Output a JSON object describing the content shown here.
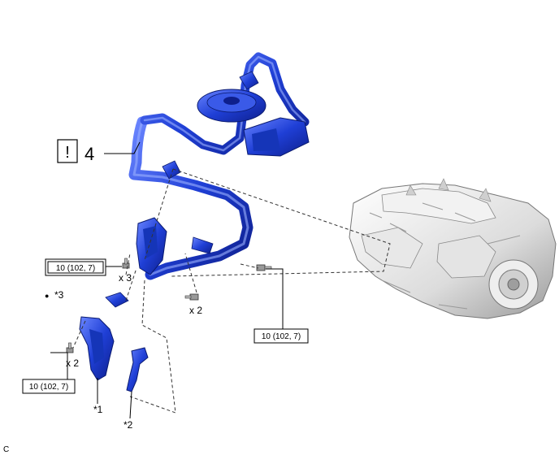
{
  "diagram": {
    "caution_mark": "!",
    "part_number": "4",
    "torques": {
      "left_top": "10 (102, 7)",
      "right_bottom": "10 (102, 7)",
      "left_bottom": "10 (102, 7)"
    },
    "quantities": {
      "bolts_x3": "x 3",
      "bolts_x2_center": "x 2",
      "bolts_x2_left": "x 2"
    },
    "notes": {
      "note_star3": "*3",
      "note_star1": "*1",
      "note_star2": "*2"
    },
    "bullet": "●",
    "corner_letter": "C",
    "colors": {
      "part_blue": "#1f3fd6",
      "part_blue_dark": "#0e1f8c",
      "part_blue_light": "#6b86ff",
      "engine_gray": "#d9d9d9"
    }
  }
}
